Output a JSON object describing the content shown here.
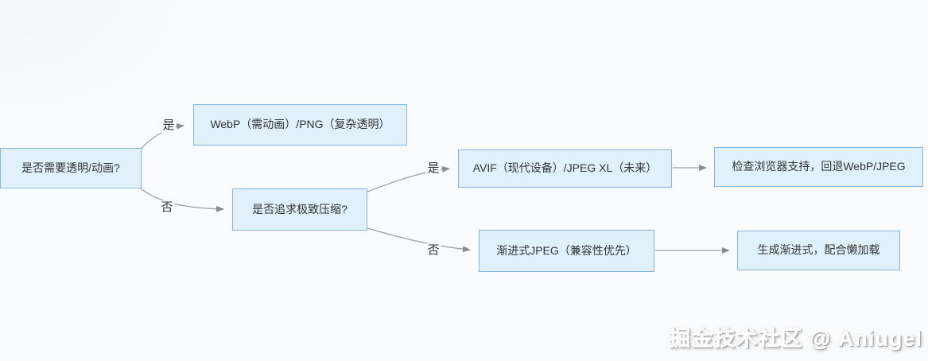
{
  "diagram": {
    "kind": "flowchart",
    "topic": "image-format-selection-decision",
    "nodes": [
      {
        "id": "q1",
        "type": "decision",
        "label": "是否需要透明/动画?"
      },
      {
        "id": "webp",
        "type": "result",
        "label": "WebP（需动画）/PNG（复杂透明）"
      },
      {
        "id": "q2",
        "type": "decision",
        "label": "是否追求极致压缩?"
      },
      {
        "id": "avif",
        "type": "result",
        "label": "AVIF（现代设备）/JPEG XL（未来）"
      },
      {
        "id": "check",
        "type": "action",
        "label": "检查浏览器支持，回退WebP/JPEG"
      },
      {
        "id": "pjpeg",
        "type": "result",
        "label": "渐进式JPEG（兼容性优先）"
      },
      {
        "id": "lazy",
        "type": "action",
        "label": "生成渐进式，配合懒加载"
      }
    ],
    "edges": [
      {
        "from": "q1",
        "to": "webp",
        "label": "是"
      },
      {
        "from": "q1",
        "to": "q2",
        "label": "否"
      },
      {
        "from": "q2",
        "to": "avif",
        "label": "是"
      },
      {
        "from": "q2",
        "to": "pjpeg",
        "label": "否"
      },
      {
        "from": "avif",
        "to": "check",
        "label": ""
      },
      {
        "from": "pjpeg",
        "to": "lazy",
        "label": ""
      }
    ]
  },
  "watermark": {
    "text": "掘金技术社区 @ Aniugel"
  },
  "colors": {
    "node_fill": "#e1f1fc",
    "node_border": "#85b6df",
    "edge_stroke": "#9c9c9c",
    "arrowhead": "#8c8c8c",
    "text": "#333333",
    "background": "#fafbfd"
  }
}
